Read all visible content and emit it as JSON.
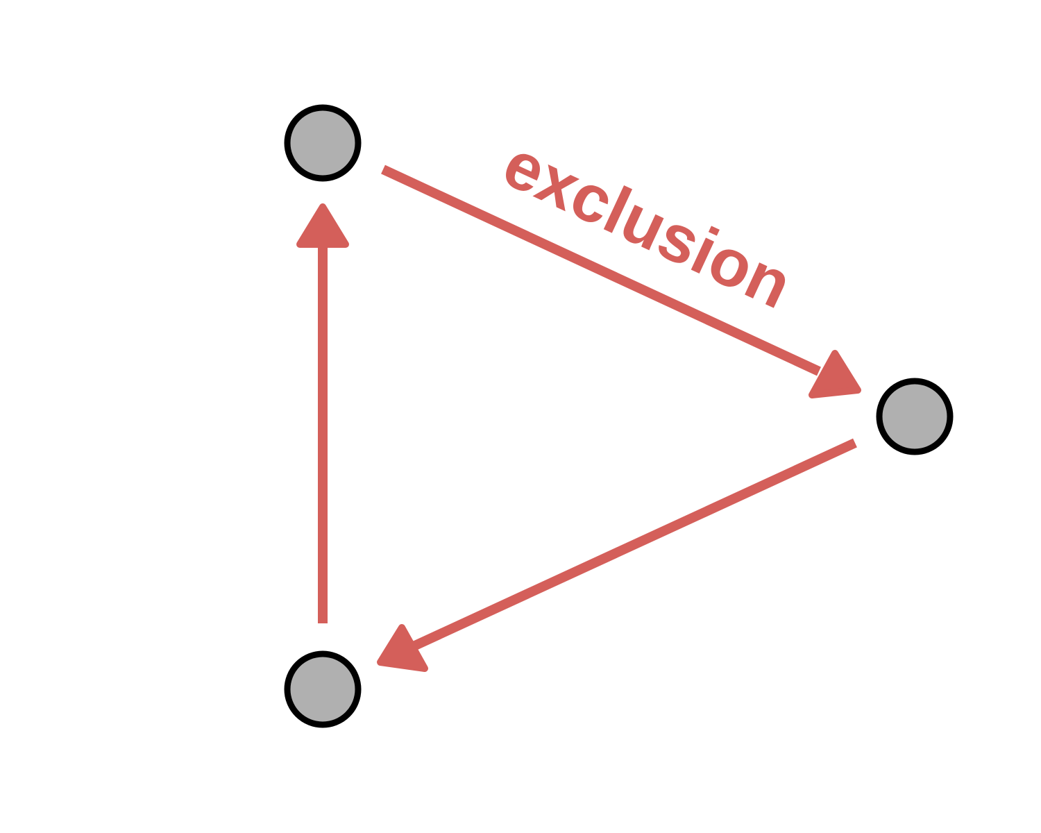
{
  "colors": {
    "edge": "#d45f5a",
    "node_fill": "#b0b0b0",
    "node_stroke": "#000000",
    "background": "#ffffff"
  },
  "nodes": [
    {
      "id": "top-left-node"
    },
    {
      "id": "right-node"
    },
    {
      "id": "bottom-left-node"
    }
  ],
  "edges": [
    {
      "id": "edge-top-to-right",
      "from": "top-left-node",
      "to": "right-node",
      "label": "exclusion"
    },
    {
      "id": "edge-right-to-bottom",
      "from": "right-node",
      "to": "bottom-left-node",
      "label": ""
    },
    {
      "id": "edge-bottom-to-top",
      "from": "bottom-left-node",
      "to": "top-left-node",
      "label": ""
    }
  ]
}
